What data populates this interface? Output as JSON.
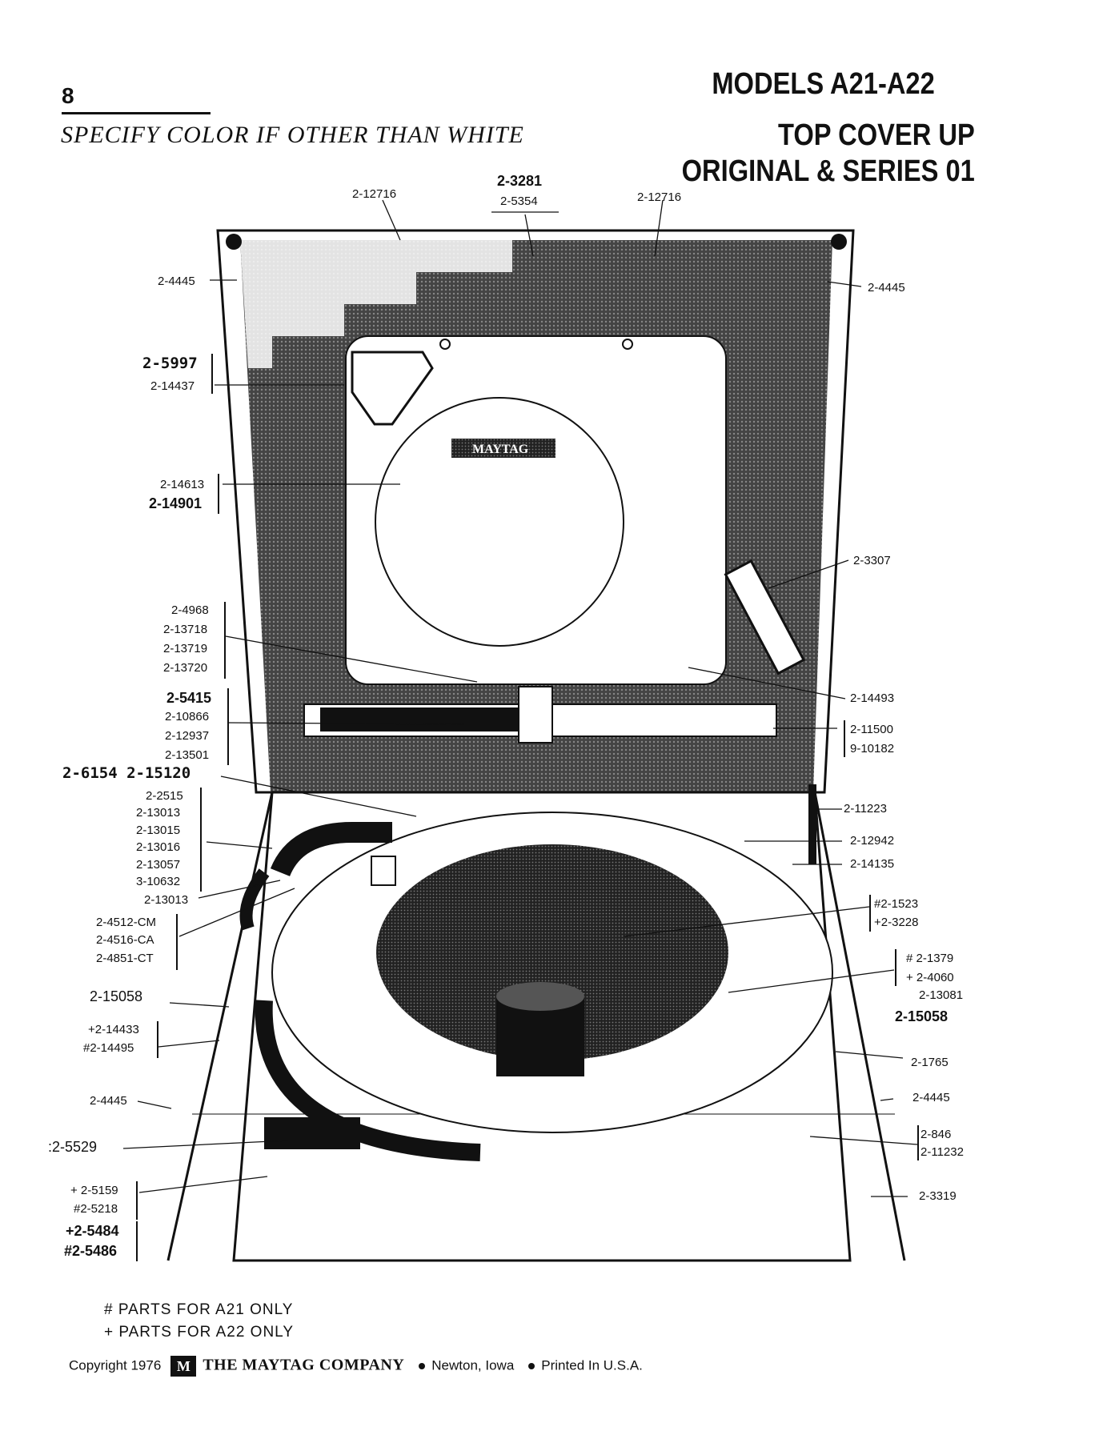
{
  "page_number": "8",
  "specify_note": "SPECIFY COLOR IF OTHER THAN WHITE",
  "header": {
    "models": "MODELS A21-A22",
    "line1": "TOP COVER UP",
    "line2": "ORIGINAL & SERIES 01"
  },
  "parts": {
    "top_center_a": "2-3281",
    "top_center_b": "2-5354",
    "top_left": "2-12716",
    "top_right": "2-12716",
    "lid_left_hinge": "2-4445",
    "lid_right_hinge": "2-4445",
    "g1": [
      "2-5997",
      "2-14437"
    ],
    "g2": [
      "2-14613",
      "2-14901"
    ],
    "p3307": "2-3307",
    "g3": [
      "2-4968",
      "2-13718",
      "2-13719",
      "2-13720"
    ],
    "p14493": "2-14493",
    "g4": [
      "2-5415",
      "2-10866",
      "2-12937",
      "2-13501"
    ],
    "g5": [
      "2-11500",
      "9-10182"
    ],
    "g6": "2-6154  2-15120",
    "g7": [
      "2-2515",
      "2-13013",
      "2-13015",
      "2-13016",
      "2-13057",
      "3-10632"
    ],
    "p13013b": "2-13013",
    "p11223": "2-11223",
    "p12942": "2-12942",
    "p14135": "2-14135",
    "g8": [
      "2-4512-CM",
      "2-4516-CA",
      "2-4851-CT"
    ],
    "g9": [
      "#2-1523",
      "+2-3228"
    ],
    "g10": [
      "# 2-1379",
      "+ 2-4060",
      "2-13081"
    ],
    "p15058_left": "2-15058",
    "p15058_right": "2-15058",
    "g11": [
      "+2-14433",
      "#2-14495"
    ],
    "p1765": "2-1765",
    "p4445_bl": "2-4445",
    "p4445_br": "2-4445",
    "p5529": ":2-5529",
    "g12": [
      "2-846",
      "2-11232"
    ],
    "g13": [
      "+ 2-5159",
      "#2-5218"
    ],
    "p3319": "2-3319",
    "g14": [
      "+2-5484",
      "#2-5486"
    ]
  },
  "nameplate": "MAYTAG",
  "legend": {
    "hash": "#  PARTS FOR A21 ONLY",
    "plus": "+  PARTS FOR A22 ONLY"
  },
  "footer": {
    "copyright": "Copyright 1976",
    "logo_glyph": "M",
    "company": "THE MAYTAG COMPANY",
    "city": "Newton, Iowa",
    "printed": "Printed In U.S.A."
  }
}
